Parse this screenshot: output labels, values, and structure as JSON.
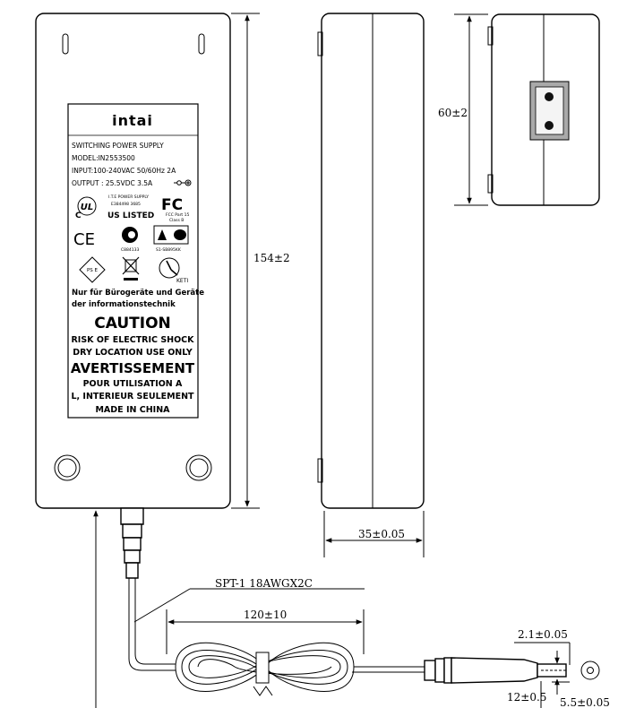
{
  "label": {
    "brand": "intai",
    "line1": "SWITCHING POWER SUPPLY",
    "line2": "MODEL:IN2553500",
    "line3": "INPUT:100-240VAC 50/60Hz 2A",
    "line4": "OUTPUT : 25.5VDC 3.5A",
    "ul_c": "C",
    "ul_text": "US LISTED",
    "ul_sub1": "I.T.E POWER SUPPLY",
    "ul_sub2": "E384498 3685",
    "fcc_sub1": "FCC Part 15",
    "fcc_sub2": "Class B",
    "ce": "CE",
    "ccc_no": "C884133",
    "saa_no": "S1-SB895KK",
    "pse": "PS E",
    "keti": "KETI",
    "german1": "Nur für Bürogeräte und Geräte",
    "german2": "der informationstechnik",
    "caution": "CAUTION",
    "caution1": "RISK OF ELECTRIC SHOCK",
    "caution2": "DRY LOCATION USE ONLY",
    "avert": "AVERTISSEMENT",
    "avert1": "POUR UTILISATION A",
    "avert2": "L, INTERIEUR SEULEMENT",
    "made": "MADE IN CHINA"
  },
  "dimensions": {
    "length": "154±2",
    "width": "60±2",
    "height": "35±0.05",
    "cable_type": "SPT-1 18AWGX2C",
    "cable_len": "120±10",
    "pin_dia": "2.1±0.05",
    "plug_len": "12±0.5",
    "plug_od": "5.5±0.05"
  }
}
